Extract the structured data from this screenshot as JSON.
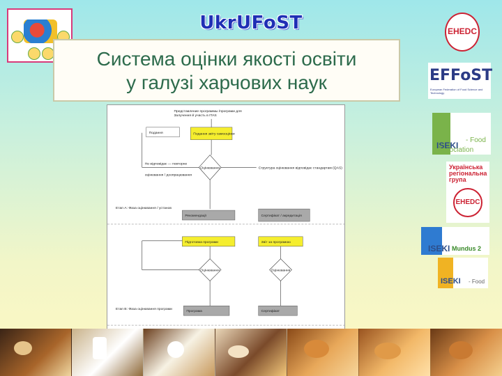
{
  "header": {
    "conference_title": "UkrUFoST conference 2010",
    "slide_title_line1": "Система оцінки якості освіти",
    "slide_title_line2": "у галузі харчових наук"
  },
  "logos": {
    "ehedc_top": "EHEDC",
    "effost_main": "EFFoST",
    "effost_sub": "European Federation of Food Science and Technology",
    "iseki_assoc_word": "ISEKI",
    "iseki_assoc_food": "- Food",
    "iseki_assoc_assoc": "Association",
    "ehedc_ua_line1": "Українська",
    "ehedc_ua_line2": "регіональна",
    "ehedc_ua_line3": "група",
    "ehedc_ua_mark": "EHEDC",
    "mundus_word": "ISEKI",
    "mundus_label": "Mundus 2",
    "iseki_food_word": "ISEKI",
    "iseki_food_suffix": "- Food"
  },
  "flowchart": {
    "top_note": "Представление программы /програми для",
    "top_note2": "Залучення й участь в ITAS",
    "box_yellow1": "Подання звіту самооцінки",
    "side_left1": "Подання",
    "decision1": "Оцінювання",
    "note_right1": "Структура оцінювання відповідає стандартам (QAS)",
    "note_left_mid": "Не відповідає — повторне",
    "note_left_mid2": "оцінювання / доопрацювання",
    "stage_a": "Етап А: Фаза оцінювання / установ",
    "box_grey1": "Рекомендації",
    "box_grey2": "Сертифікат / акредитація",
    "box_yellow2": "Підготовка програми",
    "box_yellow3": "Звіт за програмою",
    "decision2": "Оцінювання",
    "decision3": "Оцінювання",
    "stage_b": "Етап B: Фаза оцінювання програми",
    "box_grey3": "Програма",
    "box_grey4": "Сертифікат"
  },
  "colors": {
    "title_text": "#2d6b4c",
    "conference": "#1f2fb5",
    "flow_yellow": "#f5ee2e",
    "flow_grey": "#a9a9a9"
  }
}
